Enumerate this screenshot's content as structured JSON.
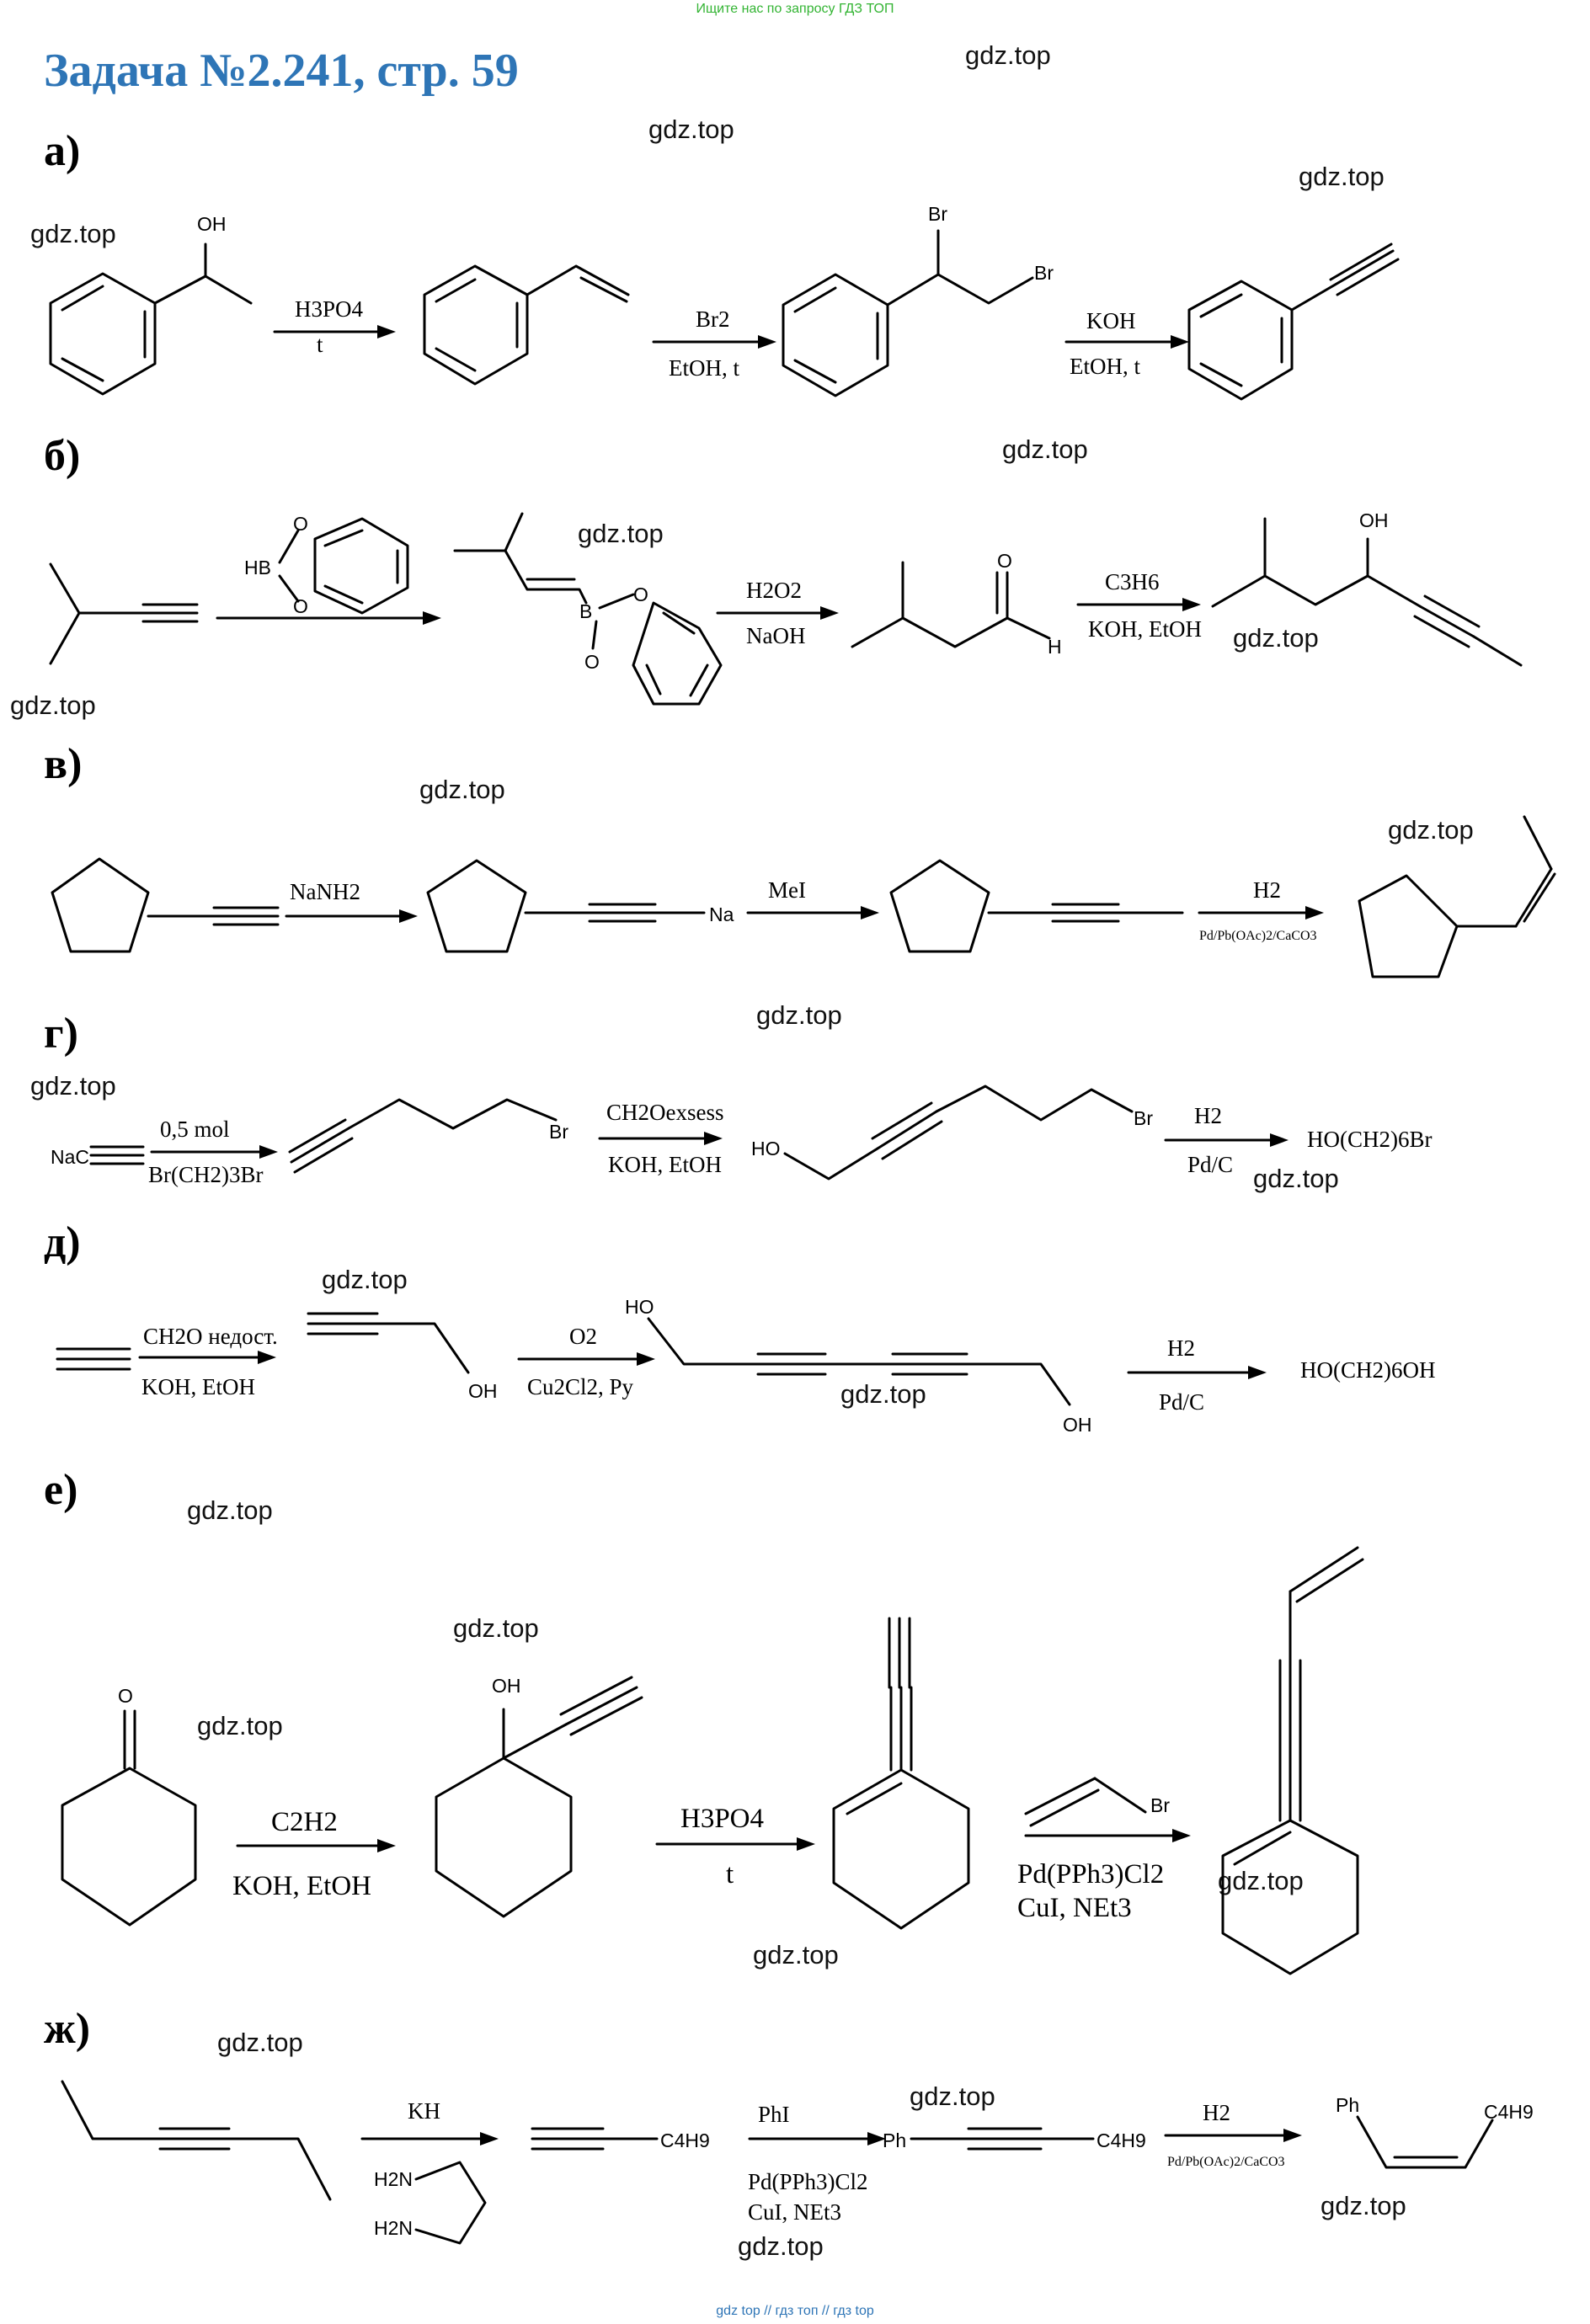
{
  "banner": "Ищите нас по запросу ГДЗ ТОП",
  "title": "Задача №2.241, стр. 59",
  "sections": {
    "a": "а)",
    "b": "б)",
    "v": "в)",
    "g": "г)",
    "d": "д)",
    "e": "е)",
    "zh": "ж)"
  },
  "watermark": "gdz.top",
  "footer": "gdz top  //  гдз топ  //  гдз top",
  "atoms": {
    "OH": "OH",
    "Br": "Br",
    "HB": "HB",
    "B": "B",
    "O": "O",
    "H": "H",
    "Na": "Na",
    "NaC": "NaC",
    "HO": "HO",
    "C4H9": "C4H9",
    "Ph": "Ph",
    "H2N": "H2N"
  },
  "reagents": {
    "a1_top": "H3PO4",
    "a1_bot": "t",
    "a2_top": "Br2",
    "a2_bot": "EtOH, t",
    "a3_top": "KOH",
    "a3_bot": "EtOH, t",
    "b1_top": "",
    "b2_top": "H2O2",
    "b2_bot": "NaOH",
    "b3_top": "C3H6",
    "b3_bot": "KOH, EtOH",
    "v1_top": "NaNH2",
    "v2_top": "MeI",
    "v3_top": "H2",
    "v3_bot": "Pd/Pb(OAc)2/CaCO3",
    "g1_top": "0,5 mol",
    "g1_bot": "Br(CH2)3Br",
    "g2_top": "CH2Oexsess",
    "g2_bot": "KOH, EtOH",
    "g3_top": "H2",
    "g3_bot": "Pd/C",
    "g_product": "HO(CH2)6Br",
    "d1_top": "CH2O недост.",
    "d1_bot": "KOH, EtOH",
    "d2_top": "O2",
    "d2_bot": "Cu2Cl2, Py",
    "d3_top": "H2",
    "d3_bot": "Pd/C",
    "d_product": "HO(CH2)6OH",
    "e1_top": "C2H2",
    "e1_bot": "KOH, EtOH",
    "e2_top": "H3PO4",
    "e2_bot": "t",
    "e3_bot1": "Pd(PPh3)Cl2",
    "e3_bot2": "CuI, NEt3",
    "zh1_top": "KH",
    "zh2_top": "PhI",
    "zh2_bot1": "Pd(PPh3)Cl2",
    "zh2_bot2": "CuI, NEt3",
    "zh3_top": "H2",
    "zh3_bot": "Pd/Pb(OAc)2/CaCO3"
  }
}
